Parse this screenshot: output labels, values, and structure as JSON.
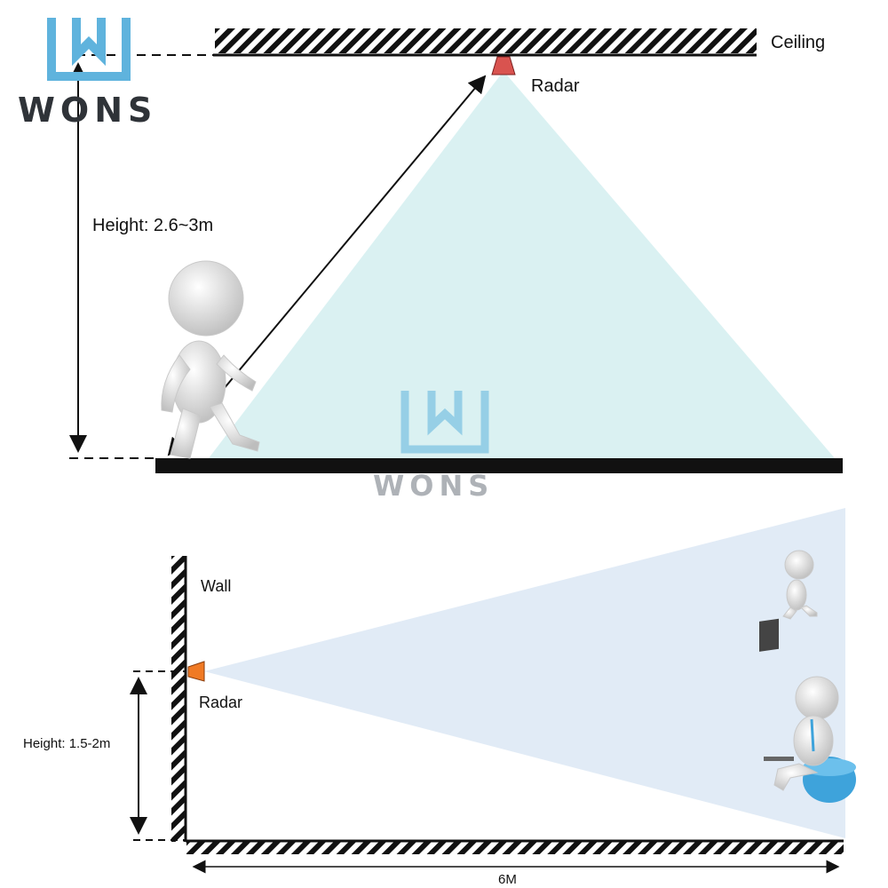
{
  "brand": {
    "name": "WONS",
    "primary_color": "#5fb3dd",
    "text_color": "#2f3338"
  },
  "ceiling_mount": {
    "ceiling_label": "Ceiling",
    "radar_label": "Radar",
    "height_label": "Height: 2.6~3m",
    "radar_color": "#d9534f",
    "beam_color": "#d8f0f1"
  },
  "wall_mount": {
    "wall_label": "Wall",
    "radar_label": "Radar",
    "height_label": "Height: 1.5-2m",
    "distance_label": "6M",
    "radar_color": "#f07a24",
    "beam_color": "#dfeaf5"
  },
  "figure_color": "#e2e2e2"
}
